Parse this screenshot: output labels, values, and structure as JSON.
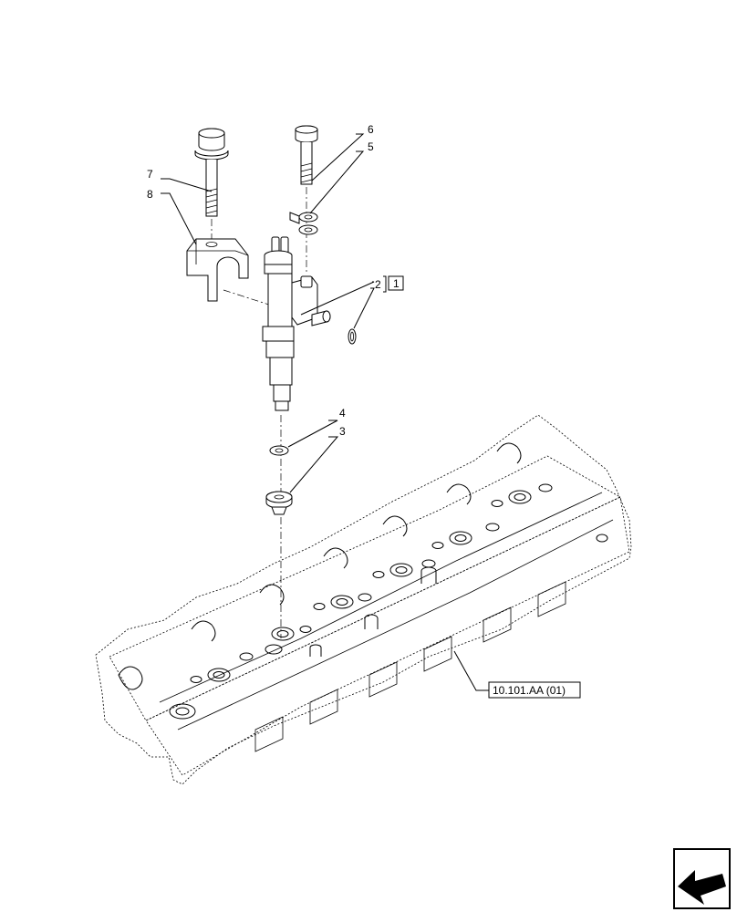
{
  "callouts": {
    "c1": "1",
    "c2": "2",
    "c3": "3",
    "c4": "4",
    "c5": "5",
    "c6": "6",
    "c7": "7",
    "c8": "8"
  },
  "reference_label": "10.101.AA (01)",
  "icons": {
    "nav": "next-page-arrow-icon"
  }
}
